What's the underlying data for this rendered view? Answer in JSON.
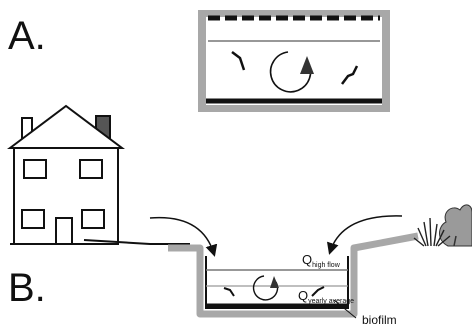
{
  "labels": {
    "panel_a": "A.",
    "panel_b": "B."
  },
  "annotations": {
    "q_high_symbol": "Q",
    "q_high_sub": "high flow",
    "q_avg_symbol": "Q",
    "q_avg_sub": "yearly average",
    "biofilm": "biofilm"
  },
  "colors": {
    "ink": "#111111",
    "wall_gray": "#a8a8a8",
    "water_line": "#888888"
  }
}
